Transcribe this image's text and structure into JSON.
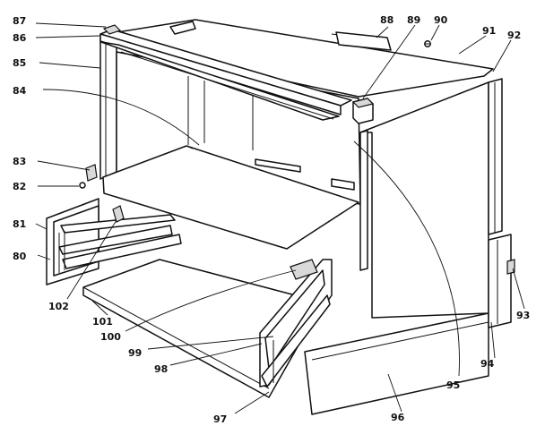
{
  "callouts": [
    "80",
    "81",
    "82",
    "83",
    "84",
    "85",
    "86",
    "87",
    "88",
    "89",
    "90",
    "91",
    "92",
    "93",
    "94",
    "95",
    "96",
    "97",
    "98",
    "99",
    "100",
    "101",
    "102"
  ]
}
